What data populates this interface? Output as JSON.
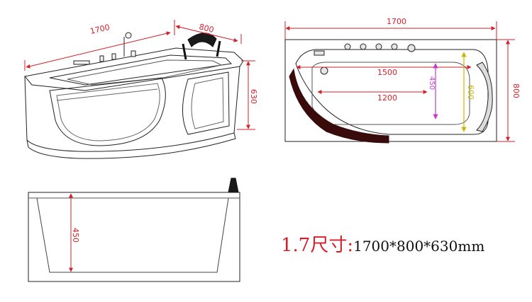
{
  "colors": {
    "dimension": "#d4202a",
    "inner_dimension": "#c9b800",
    "depth_dimension": "#c03ec8",
    "outline": "#222222",
    "headrest": "#1a1a1a",
    "apron_band": "#3a0b0b"
  },
  "perspective_view": {
    "length_label": "1700",
    "width_label": "800",
    "height_label": "630"
  },
  "top_view": {
    "length_label": "1700",
    "width_label": "800",
    "inner_length_label": "1500",
    "bottom_length_label": "1200",
    "inner_width_label": "600",
    "depth_label": "450"
  },
  "side_view": {
    "depth_label": "450"
  },
  "caption": {
    "prefix": "1.7尺寸:",
    "spec": "1700*800*630mm"
  }
}
